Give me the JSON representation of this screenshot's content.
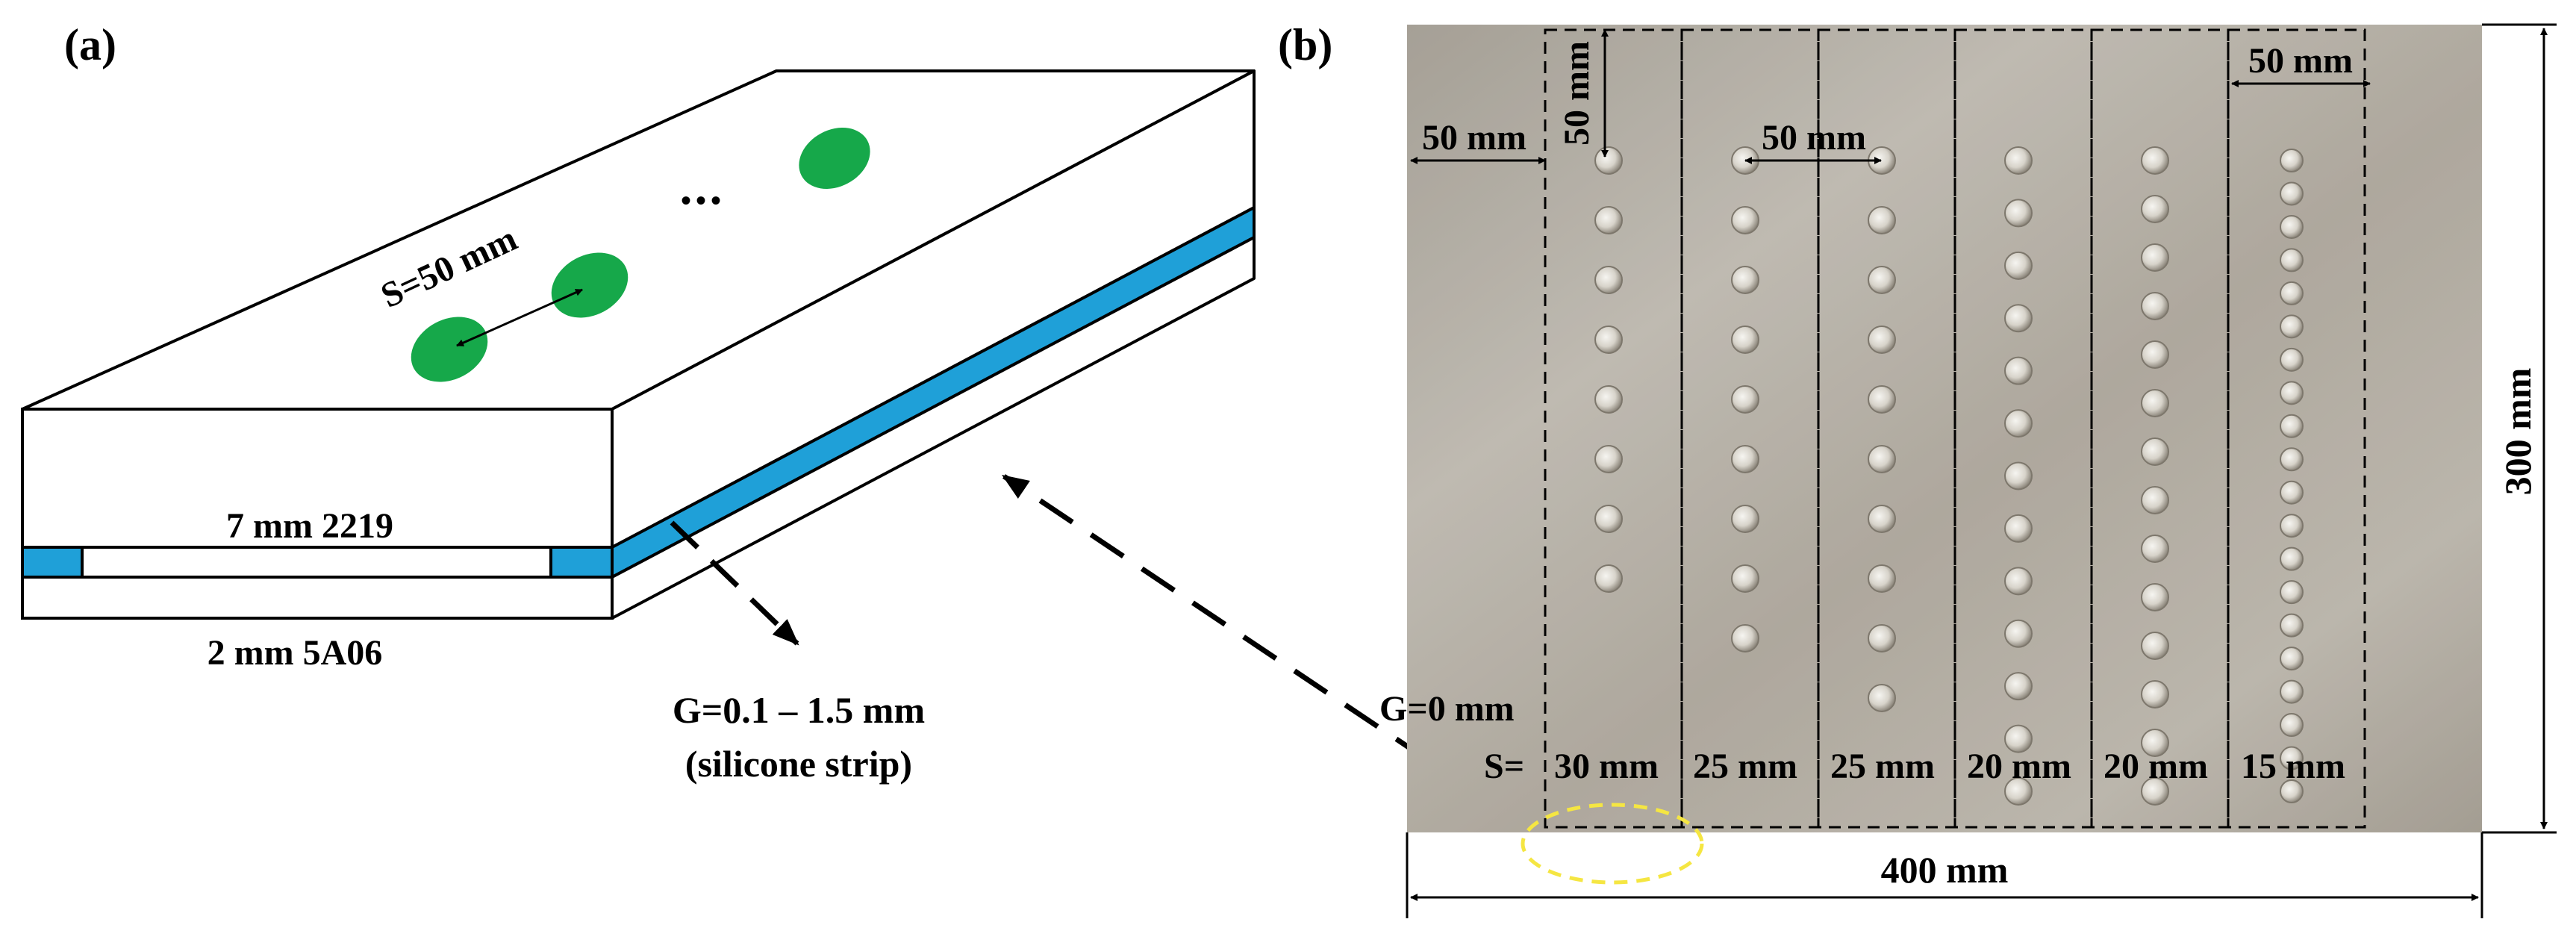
{
  "panel_a": {
    "label": "(a)",
    "top_plate": "7 mm 2219",
    "bottom_plate": "2 mm 5A06",
    "spacing": "S=50 mm",
    "ellipsis": "•••",
    "gap_value": "G=0.1 – 1.5 mm",
    "gap_note": "(silicone strip)",
    "colors": {
      "weld_spot": "#16a84a",
      "silicone": "#1fa0d8",
      "outline": "#000000"
    }
  },
  "panel_b": {
    "label": "(b)",
    "dim_edge_x": "50 mm",
    "dim_edge_y": "50 mm",
    "dim_column_pitch": "50 mm",
    "dim_last_column": "50 mm",
    "dim_height": "300 mm",
    "dim_width": "400 mm",
    "gap_label": "G=0 mm",
    "spacing_prefix": "S=",
    "columns": [
      {
        "spacing": "30 mm",
        "spots": 8
      },
      {
        "spacing": "25 mm",
        "spots": 9
      },
      {
        "spacing": "25 mm",
        "spots": 10
      },
      {
        "spacing": "20 mm",
        "spots": 13
      },
      {
        "spacing": "20 mm",
        "spots": 14
      },
      {
        "spacing": "15 mm",
        "spots": 20
      }
    ],
    "colors": {
      "highlight": "#f5e642"
    }
  }
}
